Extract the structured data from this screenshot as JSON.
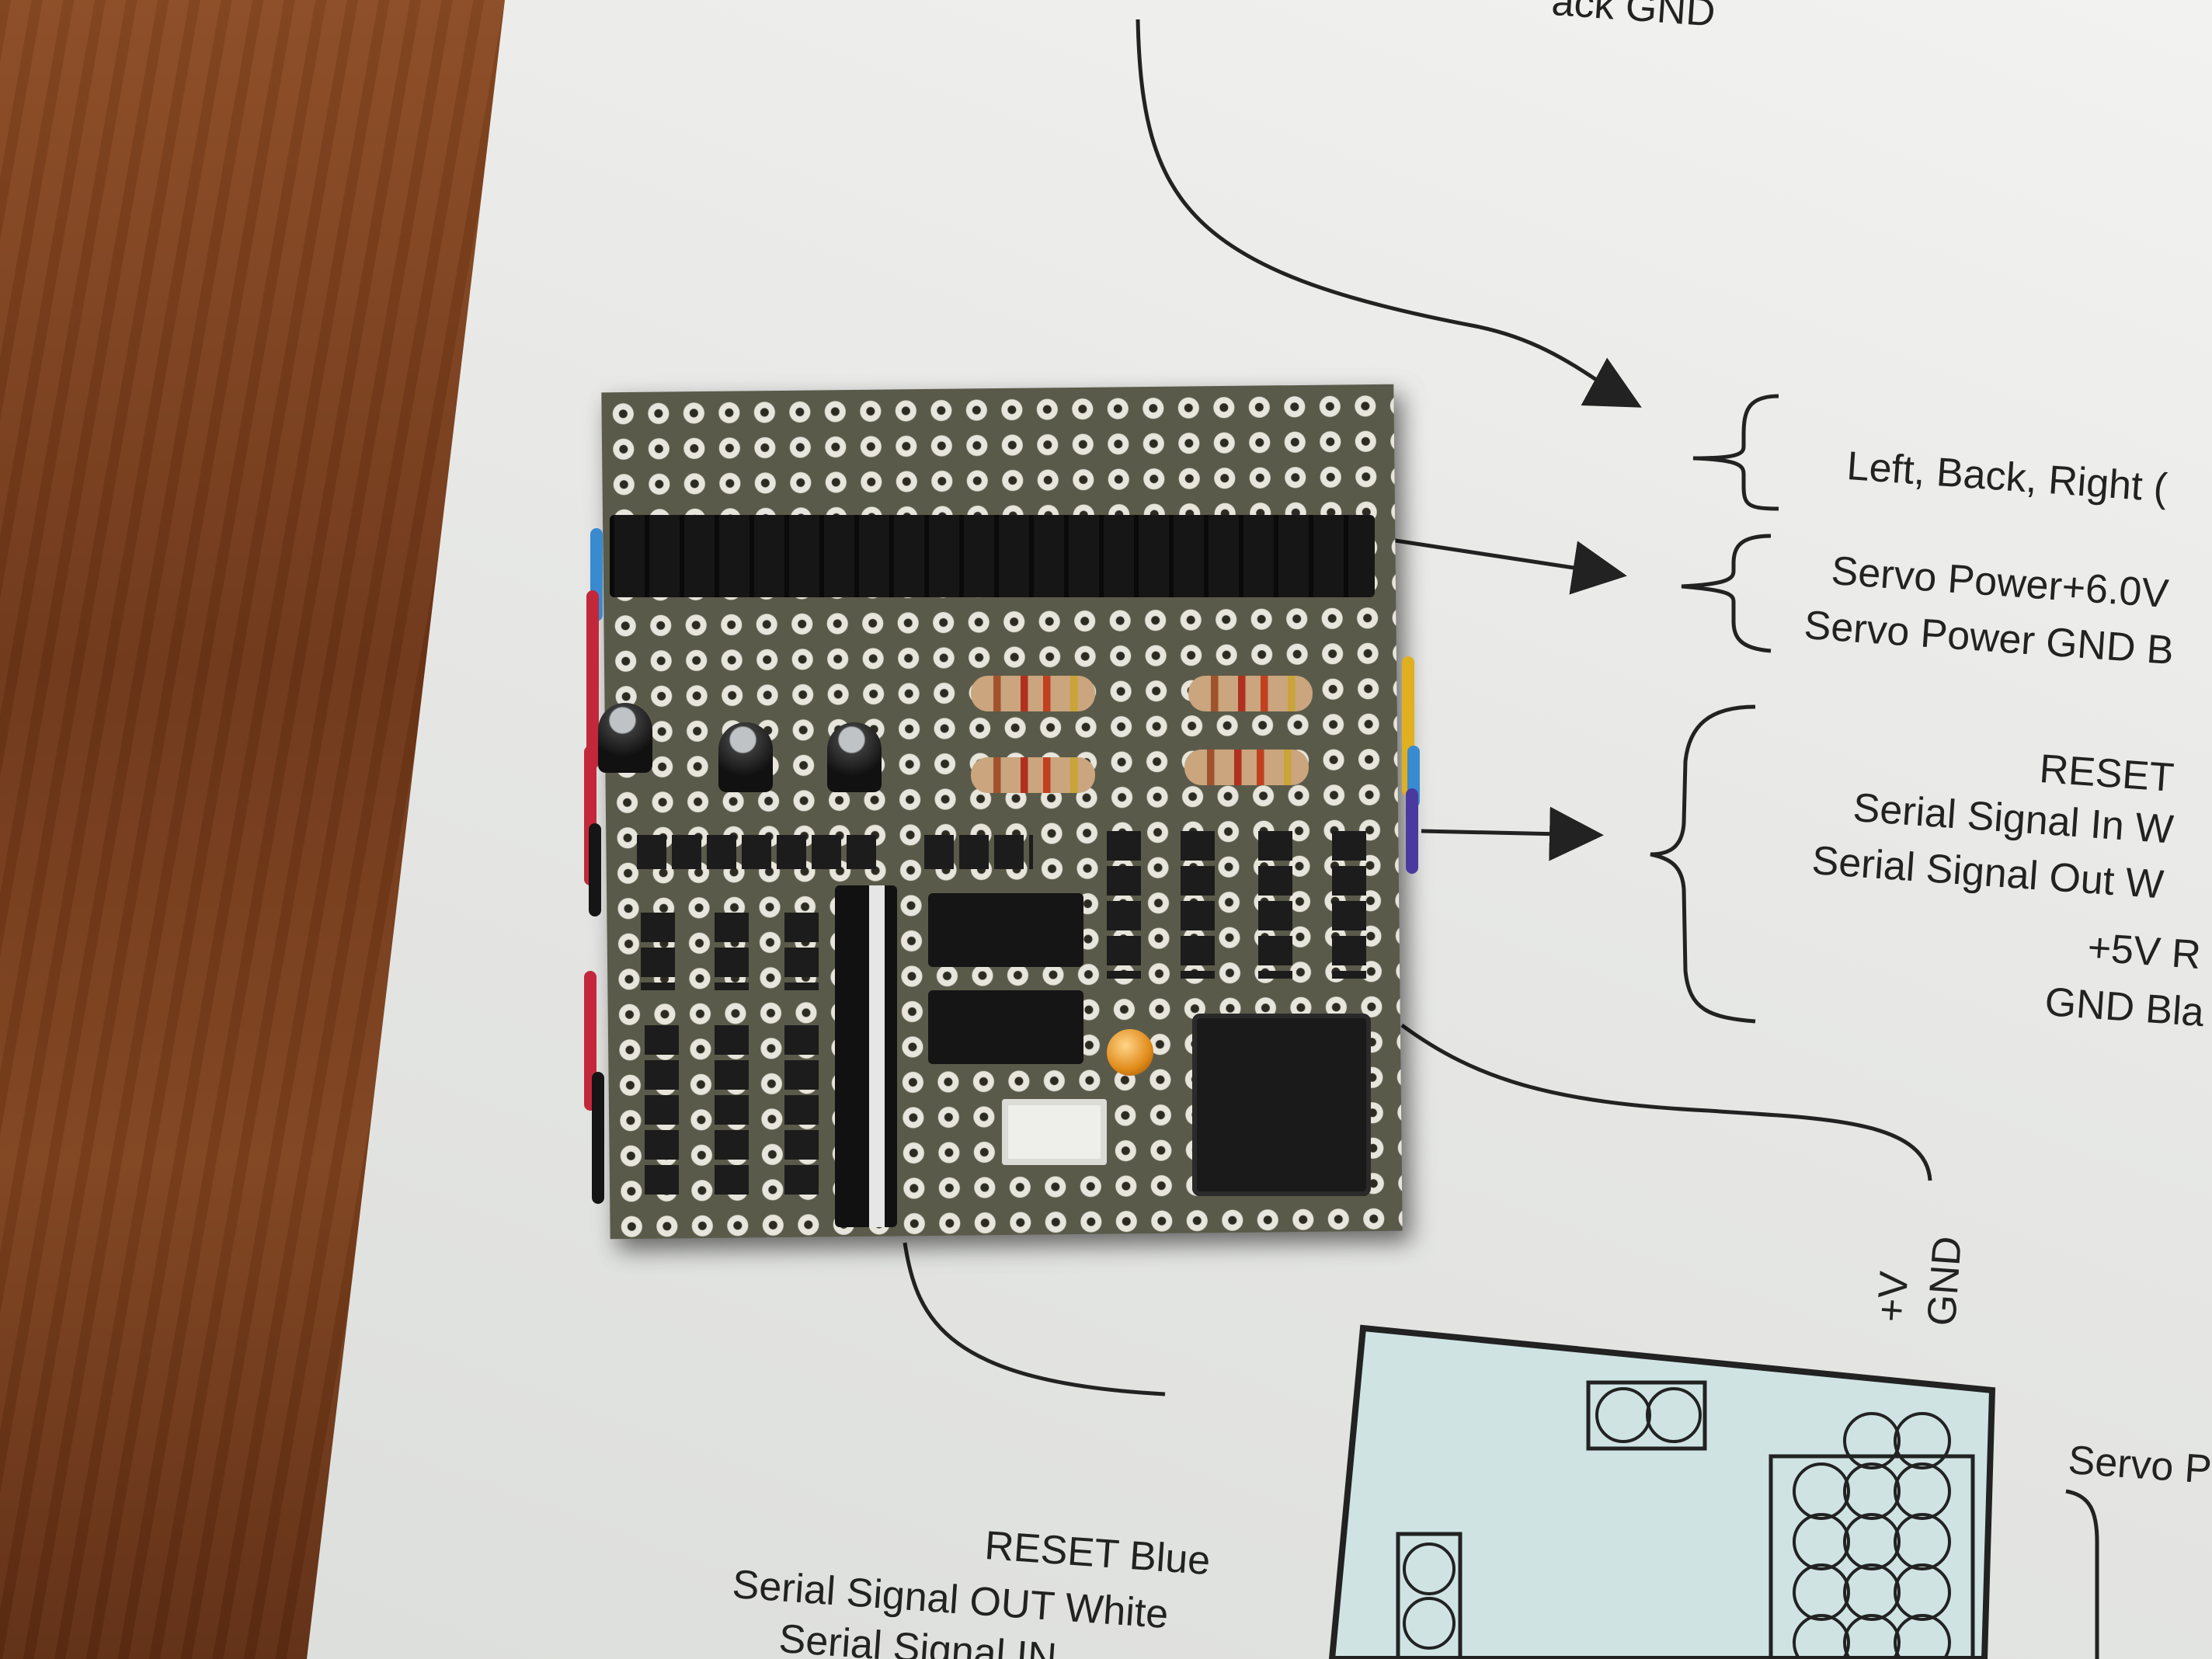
{
  "scene": {
    "description_labels": {
      "top_cut": "ack GND",
      "bracket1": "Left, Back, Right (",
      "bracket2_line1": "Servo Power+6.0V",
      "bracket2_line2": "Servo Power GND B",
      "bracket3_line1": "RESET",
      "bracket3_line2": "Serial Signal In W",
      "bracket3_line3": "Serial Signal Out W",
      "bracket3_line4": "+5V R",
      "bracket3_line5": "GND Bla",
      "vertical_plus": "+V",
      "vertical_gnd": "GND",
      "servo_cut": "Servo P",
      "bottom_line1": "RESET Blue",
      "bottom_line2": "Serial Signal OUT White",
      "bottom_line3": "Serial Signal IN"
    },
    "colors": {
      "wire_red": "#c3283a",
      "wire_blue": "#3a8ad0",
      "wire_black": "#151515",
      "wire_yellow": "#e0b020",
      "wire_purple": "#4a3aa0",
      "diagram_fill": "#cfe3e3"
    }
  }
}
